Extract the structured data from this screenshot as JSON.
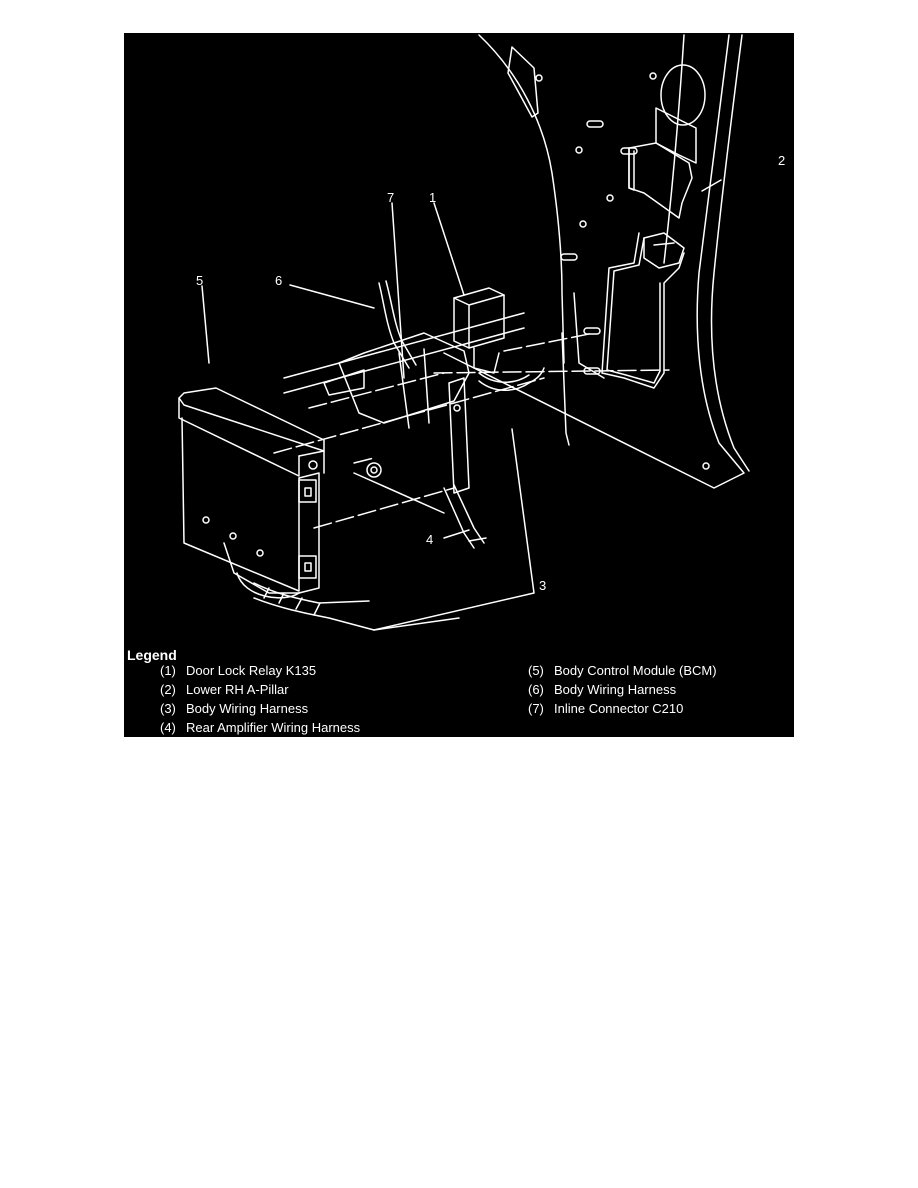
{
  "figure": {
    "callouts": [
      {
        "id": "1",
        "label": "1"
      },
      {
        "id": "2",
        "label": "2"
      },
      {
        "id": "3",
        "label": "3"
      },
      {
        "id": "4",
        "label": "4"
      },
      {
        "id": "5",
        "label": "5"
      },
      {
        "id": "6",
        "label": "6"
      },
      {
        "id": "7",
        "label": "7"
      }
    ]
  },
  "legend": {
    "title": "Legend",
    "items": [
      {
        "num": "(1)",
        "text": "Door Lock Relay K135"
      },
      {
        "num": "(2)",
        "text": "Lower RH A-Pillar"
      },
      {
        "num": "(3)",
        "text": "Body Wiring Harness"
      },
      {
        "num": "(4)",
        "text": "Rear Amplifier Wiring Harness"
      },
      {
        "num": "(5)",
        "text": "Body Control Module (BCM)"
      },
      {
        "num": "(6)",
        "text": "Body Wiring Harness"
      },
      {
        "num": "(7)",
        "text": "Inline Connector C210"
      }
    ]
  },
  "colors": {
    "background": "#000000",
    "lines": "#ffffff",
    "page": "#ffffff"
  }
}
